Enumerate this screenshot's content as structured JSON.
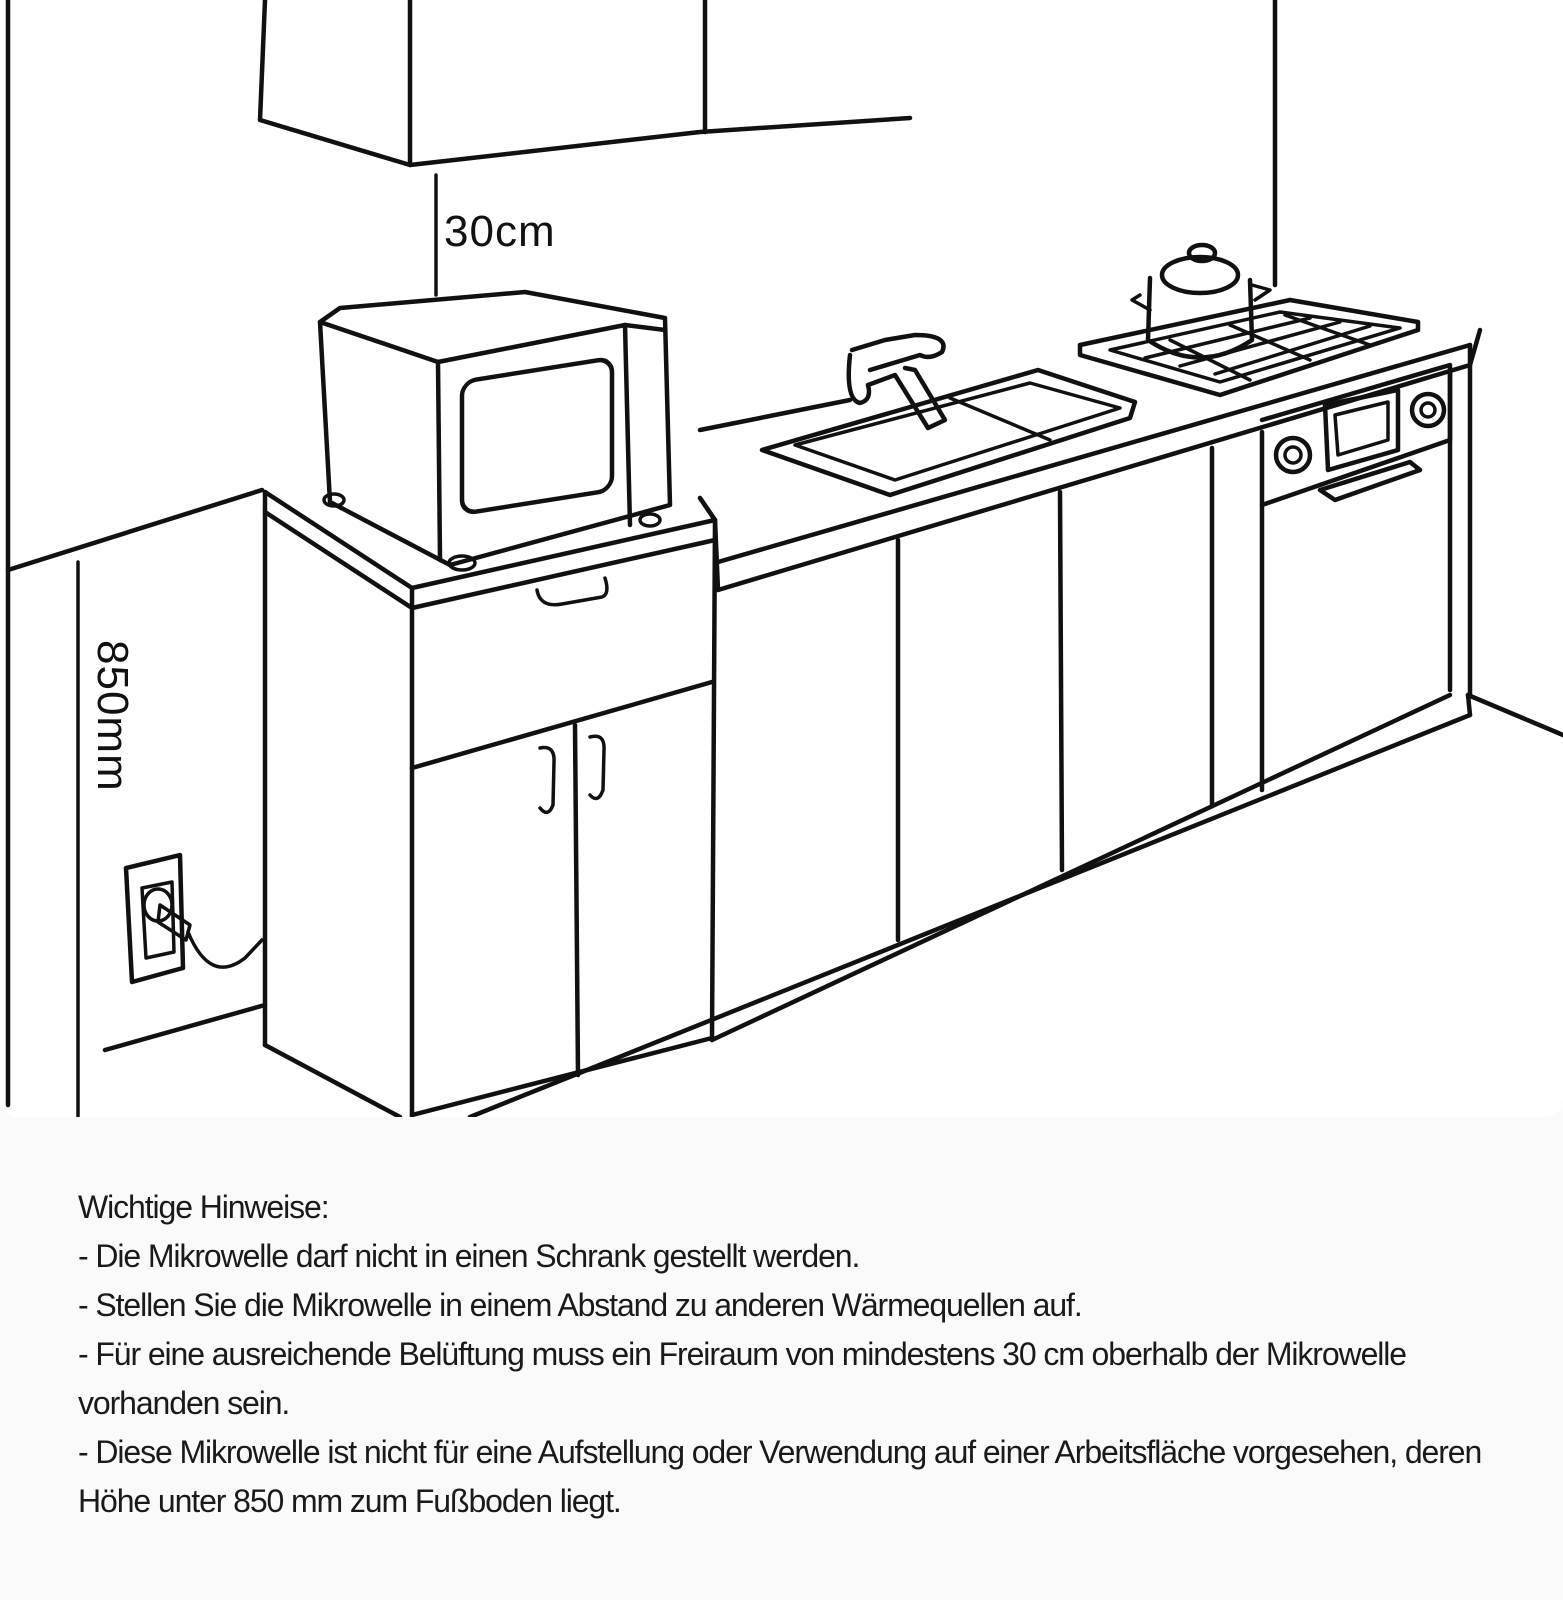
{
  "diagram": {
    "clearance_label": "30cm",
    "height_label": "850mm"
  },
  "notes": {
    "heading": "Wichtige Hinweise:",
    "items": [
      "- Die Mikrowelle darf nicht in einen Schrank gestellt werden.",
      "- Stellen Sie die Mikrowelle in einem Abstand zu anderen Wärmequellen auf.",
      "- Für eine ausreichende Belüftung muss ein Freiraum von mindestens 30 cm oberhalb der Mikrowelle vorhanden sein.",
      "- Diese Mikrowelle ist nicht für eine Aufstellung oder Verwendung auf einer Arbeitsfläche vorgesehen, deren Höhe unter 850 mm zum Fußboden liegt."
    ]
  }
}
